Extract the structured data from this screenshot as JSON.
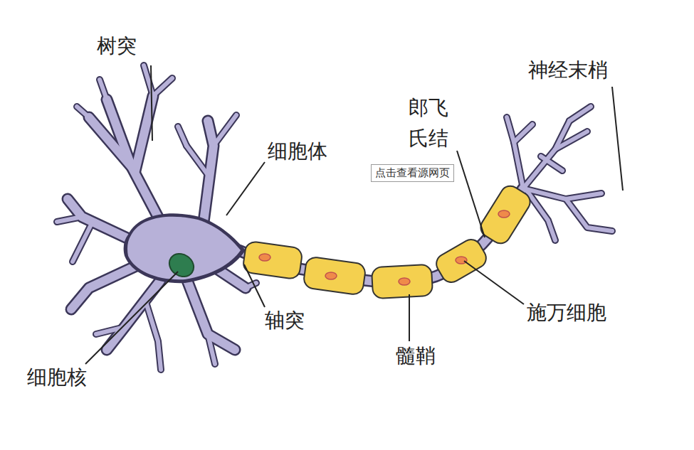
{
  "diagram": {
    "nodes": [
      {
        "text": [
          "点击查看源网页"
        ]
      }
    ],
    "labels": [
      "树突",
      "细胞体",
      "神经末梢",
      "郎飞 氏结",
      "施万细胞",
      "髓鞘",
      "轴突",
      "细胞核"
    ]
  }
}
